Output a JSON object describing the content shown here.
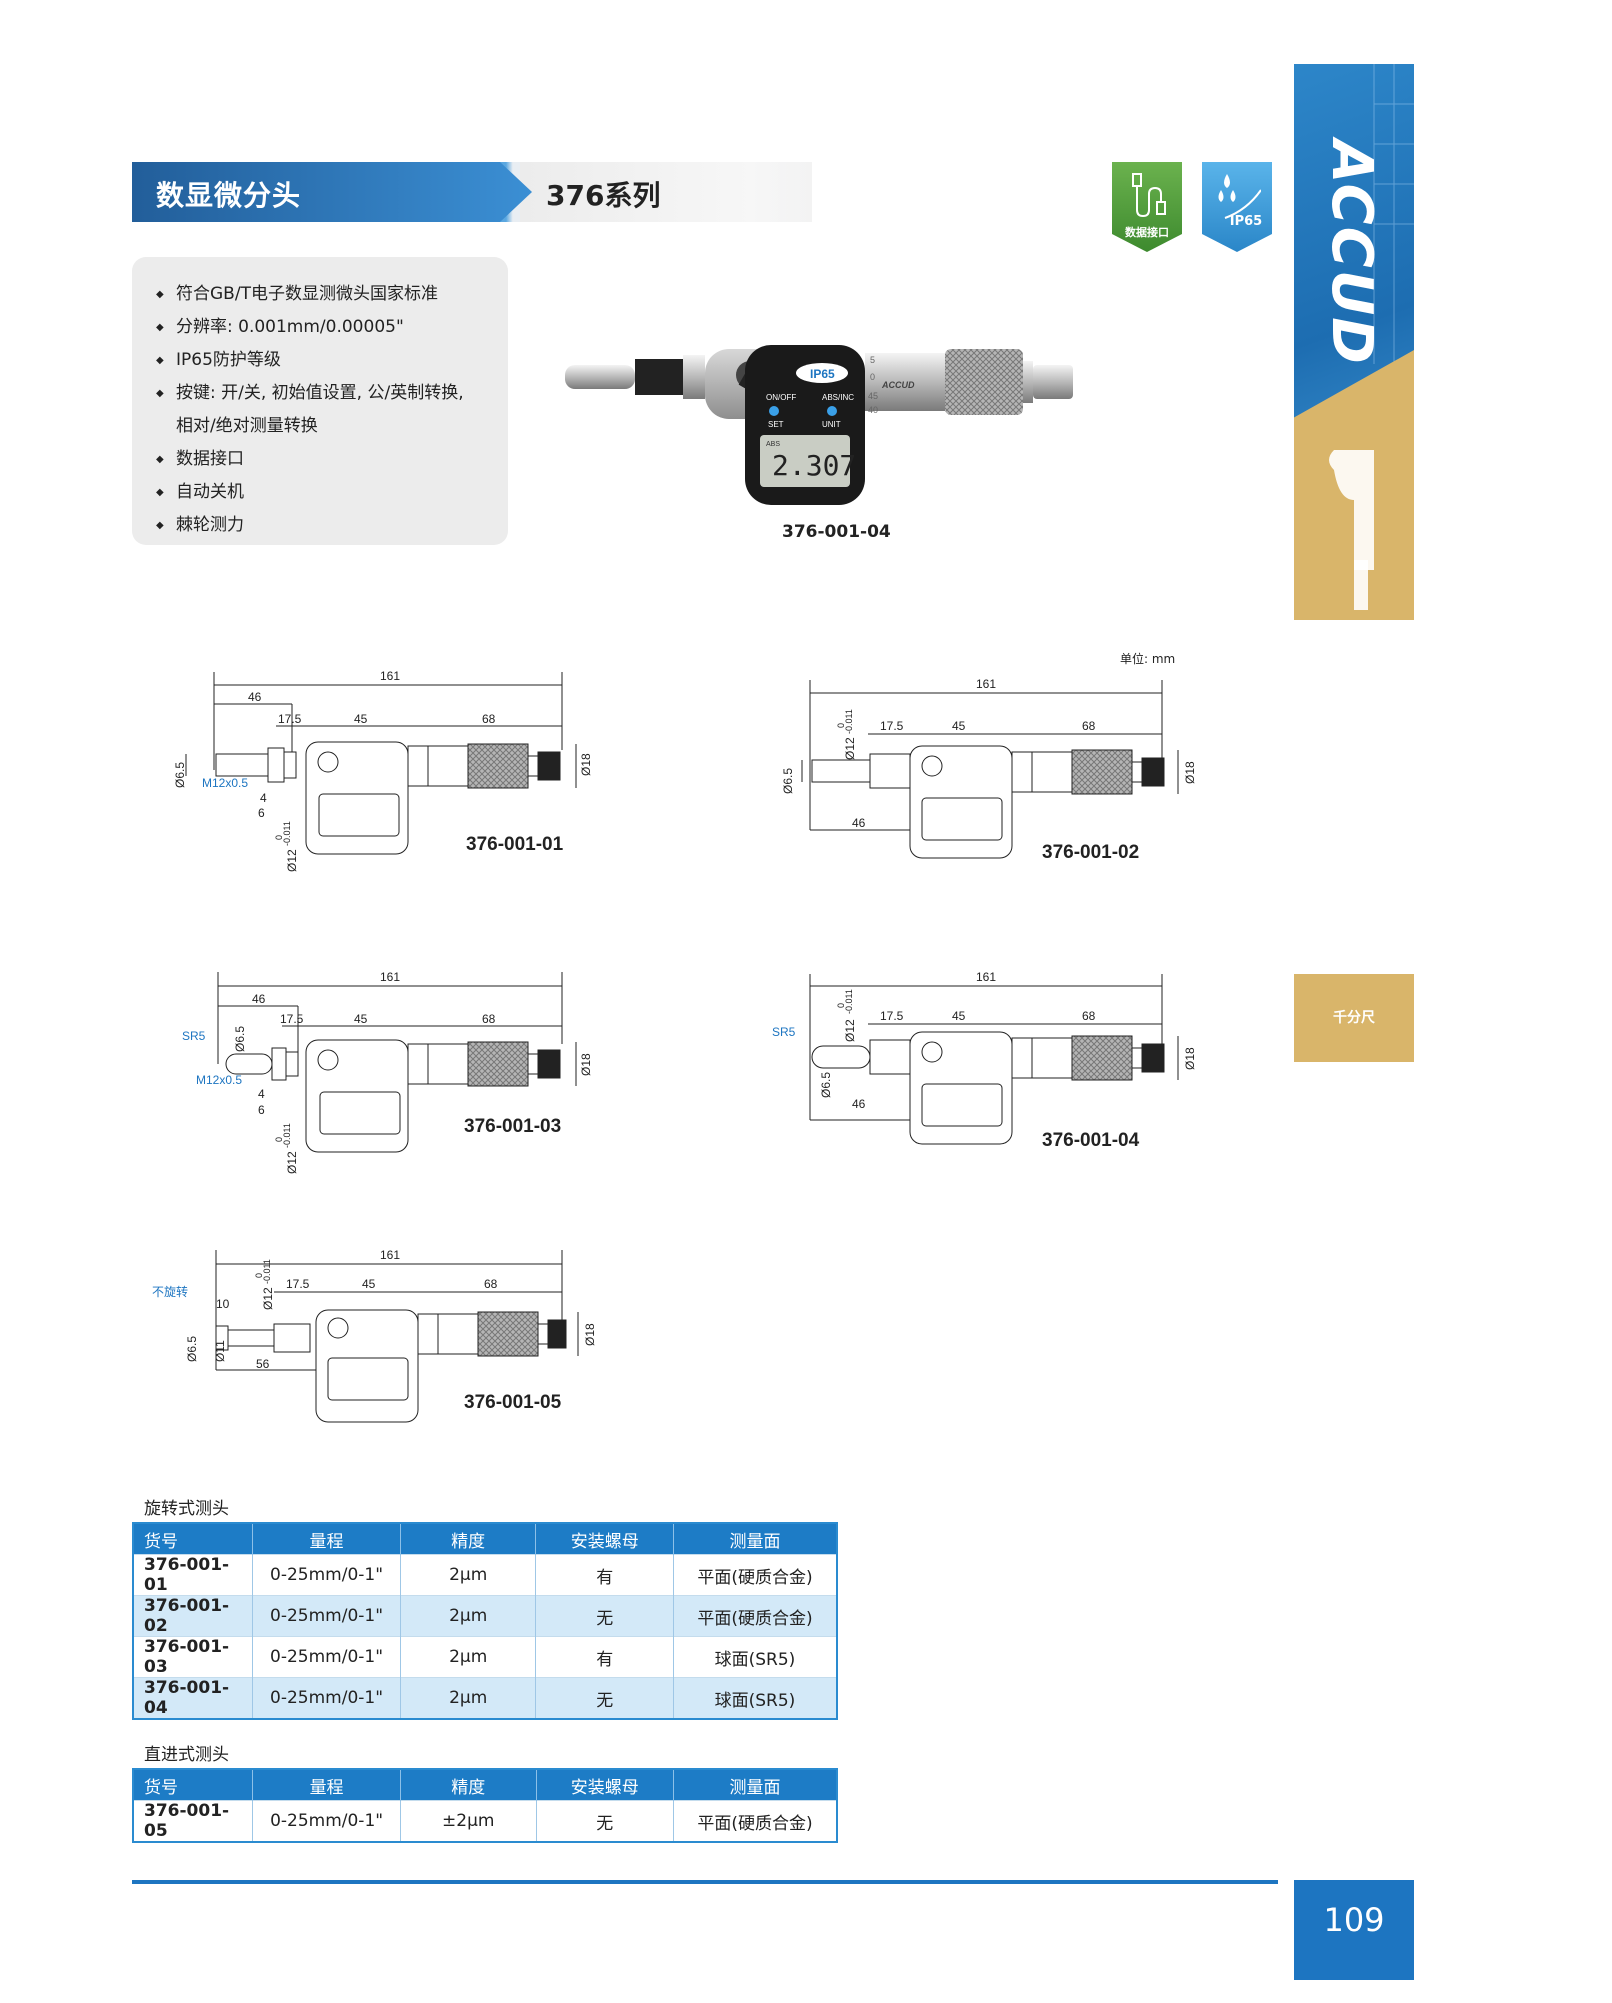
{
  "header": {
    "title": "数显微分头",
    "series": "376系列"
  },
  "badges": {
    "usb_label": "数据接口",
    "ip_label": "IP65"
  },
  "brand": "ACCUD",
  "features": [
    "符合GB/T电子数显测微头国家标准",
    "分辨率: 0.001mm/0.00005\"",
    "IP65防护等级",
    "按键: 开/关, 初始值设置, 公/英制转换,",
    "相对/绝对测量转换",
    "数据接口",
    "自动关机",
    "棘轮测力"
  ],
  "product_photo": {
    "caption": "376-001-04",
    "display_value": "2.307",
    "display_mode": "ABS",
    "buttons": [
      "ON/OFF",
      "SET",
      "ABS/INC",
      "UNIT"
    ],
    "logo": "IP65",
    "sleeve_brand": "ACCUD",
    "thimble_marks": [
      "5",
      "0",
      "45",
      "40"
    ]
  },
  "unit_label": "单位: mm",
  "drawings": {
    "d1": {
      "model": "376-001-01",
      "total": "161",
      "left": "46",
      "d175": "17.5",
      "d45": "45",
      "d68": "68",
      "dia18": "Ø18",
      "dia65": "Ø6.5",
      "thread": "M12x0.5",
      "d4": "4",
      "d6": "6",
      "dia12": "Ø12",
      "tol_a": "0",
      "tol_b": "-0.011"
    },
    "d2": {
      "model": "376-001-02",
      "total": "161",
      "left": "46",
      "d175": "17.5",
      "d45": "45",
      "d68": "68",
      "dia18": "Ø18",
      "dia65": "Ø6.5",
      "dia12": "Ø12",
      "tol_a": "0",
      "tol_b": "-0.011"
    },
    "d3": {
      "model": "376-001-03",
      "total": "161",
      "left": "46",
      "d175": "17.5",
      "d45": "45",
      "d68": "68",
      "dia18": "Ø18",
      "dia65": "Ø6.5",
      "sr": "SR5",
      "thread": "M12x0.5",
      "d4": "4",
      "d6": "6",
      "dia12": "Ø12",
      "tol_a": "0",
      "tol_b": "-0.011"
    },
    "d4": {
      "model": "376-001-04",
      "total": "161",
      "left": "46",
      "d175": "17.5",
      "d45": "45",
      "d68": "68",
      "dia18": "Ø18",
      "dia65": "Ø6.5",
      "sr": "SR5",
      "dia12": "Ø12",
      "tol_a": "0",
      "tol_b": "-0.011"
    },
    "d5": {
      "model": "376-001-05",
      "total": "161",
      "left": "56",
      "d175": "17.5",
      "d45": "45",
      "d68": "68",
      "dia18": "Ø18",
      "dia65": "Ø6.5",
      "dia11": "Ø11",
      "d10": "10",
      "nonrot": "不旋转",
      "dia12": "Ø12",
      "tol_a": "0",
      "tol_b": "-0.011"
    }
  },
  "rotary_table": {
    "title": "旋转式测头",
    "headers": [
      "货号",
      "量程",
      "精度",
      "安装螺母",
      "测量面"
    ],
    "rows": [
      [
        "376-001-01",
        "0-25mm/0-1\"",
        "2μm",
        "有",
        "平面(硬质合金)"
      ],
      [
        "376-001-02",
        "0-25mm/0-1\"",
        "2μm",
        "无",
        "平面(硬质合金)"
      ],
      [
        "376-001-03",
        "0-25mm/0-1\"",
        "2μm",
        "有",
        "球面(SR5)"
      ],
      [
        "376-001-04",
        "0-25mm/0-1\"",
        "2μm",
        "无",
        "球面(SR5)"
      ]
    ]
  },
  "straight_table": {
    "title": "直进式测头",
    "headers": [
      "货号",
      "量程",
      "精度",
      "安装螺母",
      "测量面"
    ],
    "rows": [
      [
        "376-001-05",
        "0-25mm/0-1\"",
        "±2μm",
        "无",
        "平面(硬质合金)"
      ]
    ]
  },
  "side_tab": "千分尺",
  "page_number": "109",
  "colors": {
    "brand_blue": "#1d75c1",
    "gold": "#d9b56a",
    "table_alt": "#d3e9f8"
  }
}
